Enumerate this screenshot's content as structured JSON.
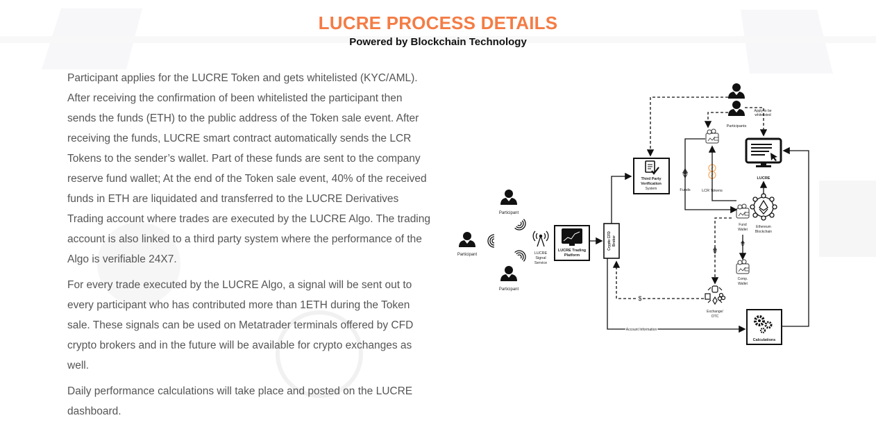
{
  "header": {
    "title": "LUCRE PROCESS DETAILS",
    "subtitle": "Powered by Blockchain Technology"
  },
  "colors": {
    "title": "#f47c45",
    "body_text": "#555555",
    "token_icon": "#f5b97a"
  },
  "content": {
    "paragraphs": [
      "Participant applies for the LUCRE Token and gets whitelisted (KYC/AML). After receiving the confirmation of been whitelisted the participant then sends the funds (ETH) to the public address of the Token sale event. After receiving the funds, LUCRE smart contract automatically sends the LCR Tokens to the sender’s wallet. Part of these funds are sent to the company reserve fund wallet; At the end of the Token sale event, 40% of the received funds in ETH are liquidated and transferred to the LUCRE Derivatives Trading account where trades are executed by the LUCRE Algo. The trading account is also linked to a third party system where the performance of the Algo is verifiable 24X7.",
      "For every trade executed by the LUCRE Algo, a signal will be sent out to every participant who has contributed more than 1ETH during the Token sale. These signals can be used on Metatrader terminals offered by CFD crypto brokers and in the future will be available for crypto exchanges as well.",
      "Daily performance calculations will take place and posted on the LUCRE dashboard."
    ]
  },
  "diagram": {
    "participant_top": "Participant",
    "participant_left": "Participant",
    "participant_bottom": "Participant",
    "signal_service": [
      "LUCRE",
      "Signal",
      "Service"
    ],
    "trading_platform": [
      "LUCRE Trading",
      "Platform"
    ],
    "broker": [
      "Crypto CFD",
      "Broker"
    ],
    "third_party": [
      "Third Party",
      "Verification",
      "System"
    ],
    "participants": "Participants",
    "apply_whitelist": [
      "Apply to be",
      "whitelisted"
    ],
    "funds": "Funds",
    "lcr_tokens": "LCR Tokens",
    "lucre": "LUCRE",
    "ethereum": [
      "Ethereum",
      "Blockchain"
    ],
    "fund_wallet": [
      "Fund",
      "Wallet"
    ],
    "comp_wallet": [
      "Comp.",
      "Wallet"
    ],
    "exchange": [
      "Exchange/",
      "OTC"
    ],
    "account_info": "Account Information",
    "calculations": "Calculations",
    "dollar": "$"
  }
}
